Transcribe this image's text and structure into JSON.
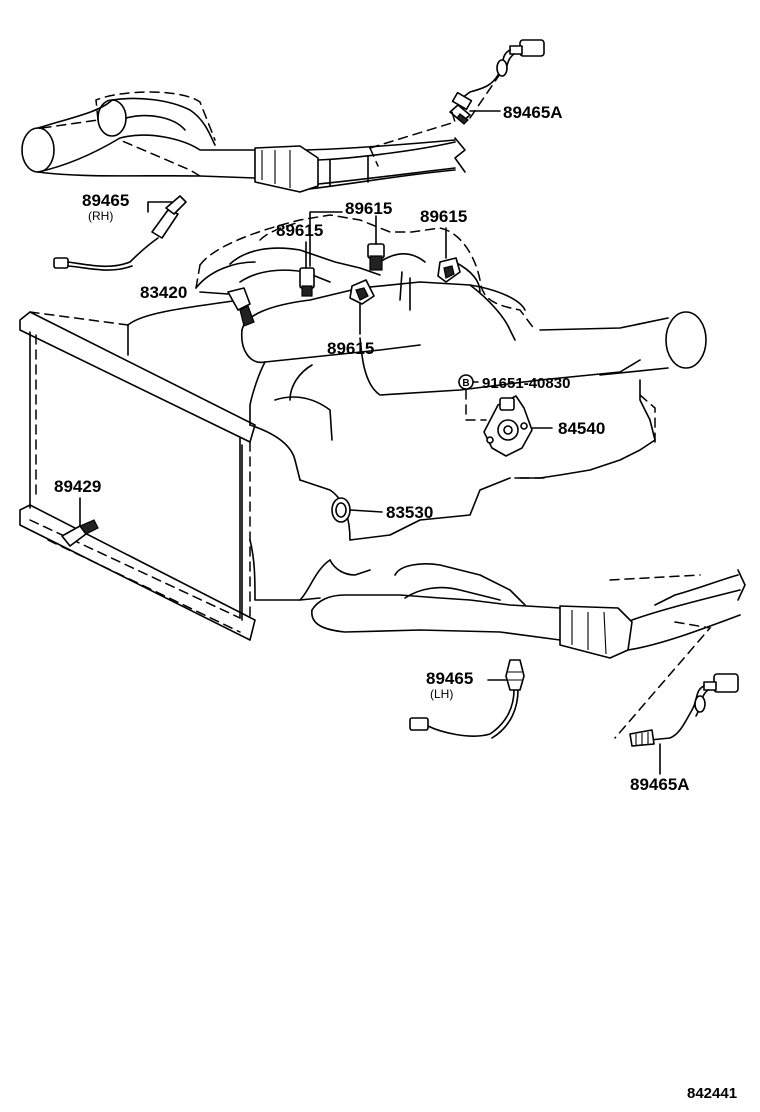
{
  "labels": {
    "p89465A_top": "89465A",
    "p89465_rh": "89465",
    "rh": "(RH)",
    "p89615_a": "89615",
    "p89615_b": "89615",
    "p89615_c": "89615",
    "p89615_d": "89615",
    "p83420": "83420",
    "bolt_symbol": "B",
    "p91651": "91651-40830",
    "p84540": "84540",
    "p89429": "89429",
    "p83530": "83530",
    "p89465_lh": "89465",
    "lh": "(LH)",
    "p89465A_bottom": "89465A",
    "diagram_code": "842441"
  }
}
